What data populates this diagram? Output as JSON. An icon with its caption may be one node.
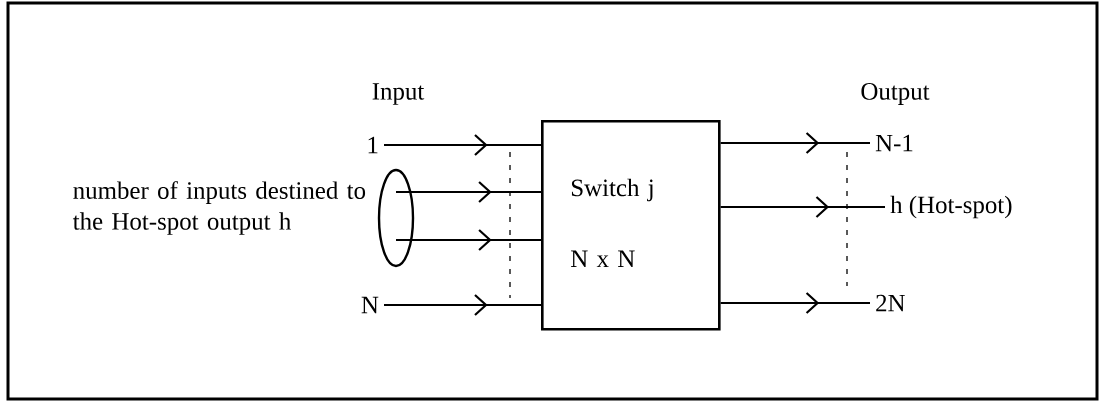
{
  "diagram": {
    "nodes": [
      {
        "text": [
          "Switch j",
          "N x N"
        ]
      },
      {
        "text": [
          "1"
        ]
      },
      {
        "text": [
          "N"
        ]
      },
      {
        "text": [
          "N-1"
        ]
      },
      {
        "text": [
          "h (Hot-spot)"
        ]
      },
      {
        "text": [
          "2N"
        ]
      },
      {
        "text": [],
        "shape": "ellipse",
        "beside": [
          "number of inputs destined to the Hot-spot output h"
        ]
      }
    ],
    "edges": [
      {
        "from": 1,
        "to": 0,
        "arrow": "to"
      },
      {
        "from": 6,
        "to": 0,
        "arrow": "to"
      },
      {
        "from": 6,
        "to": 0,
        "arrow": "to"
      },
      {
        "from": 2,
        "to": 0,
        "arrow": "to"
      },
      {
        "from": 0,
        "to": 3,
        "arrow": "to"
      },
      {
        "from": 0,
        "to": 4,
        "arrow": "to"
      },
      {
        "from": 0,
        "to": 5,
        "arrow": "to"
      }
    ],
    "labels": [
      "Input",
      "Output"
    ]
  }
}
